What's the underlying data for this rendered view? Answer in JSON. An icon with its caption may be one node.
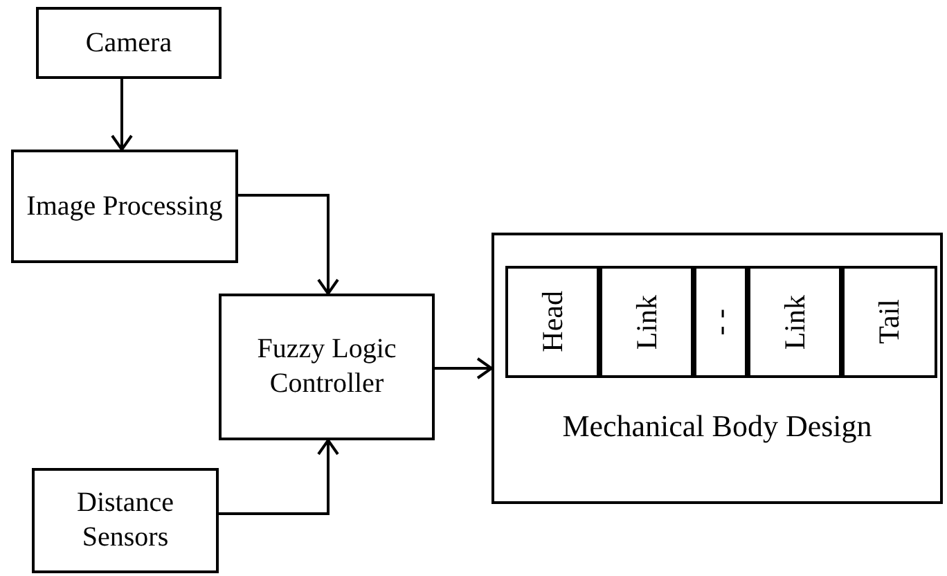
{
  "diagram": {
    "nodes": [
      {
        "text": [
          "Camera"
        ]
      },
      {
        "text": [
          "Image Processing"
        ]
      },
      {
        "text": [
          "Fuzzy Logic Controller"
        ]
      },
      {
        "text": [
          "Mechanical Body Design"
        ]
      },
      {
        "text": [
          "Head"
        ],
        "in": 3
      },
      {
        "text": [
          "Link"
        ],
        "in": 3
      },
      {
        "text": [
          "- -"
        ],
        "in": 3
      },
      {
        "text": [
          "Link"
        ],
        "in": 3
      },
      {
        "text": [
          "Tail"
        ],
        "in": 3
      },
      {
        "text": [
          "Distance Sensors"
        ]
      }
    ],
    "edges": [
      {
        "from": 0,
        "to": 1,
        "arrow": "to"
      },
      {
        "from": 1,
        "to": 2,
        "arrow": "to"
      },
      {
        "from": 2,
        "to": 3,
        "arrow": "to"
      },
      {
        "from": 9,
        "to": 2,
        "arrow": "to"
      }
    ]
  }
}
